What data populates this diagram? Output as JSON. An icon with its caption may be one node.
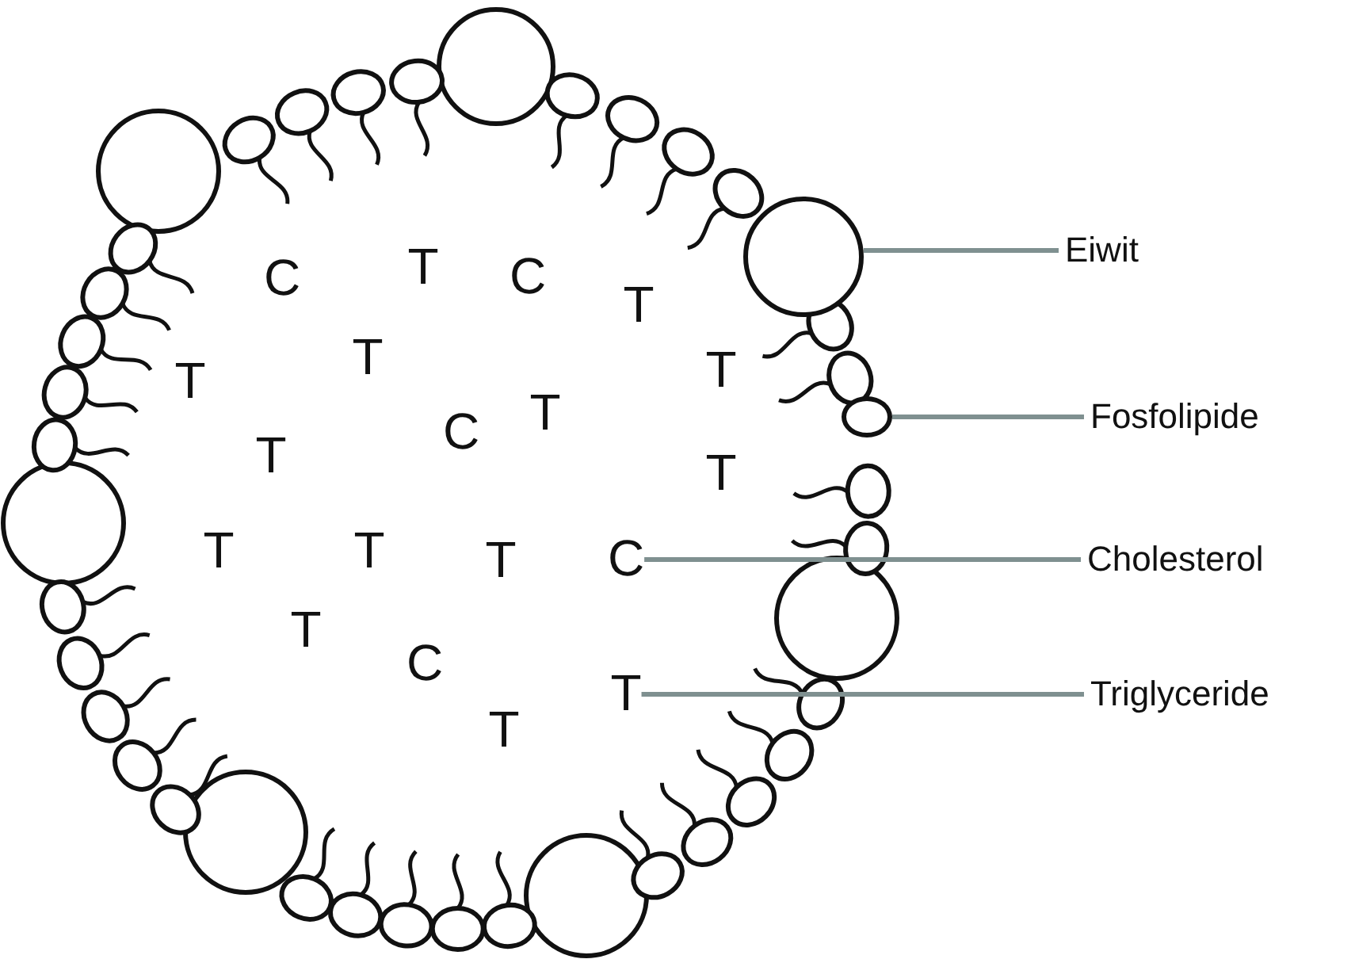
{
  "diagram": {
    "nodes": [
      {
        "text": [
          "Eiwit"
        ]
      },
      {
        "text": [],
        "shape": "circle"
      },
      {
        "text": [
          "Fosfolipide"
        ]
      },
      {
        "text": [],
        "shape": "circle"
      },
      {
        "text": [
          "Cholesterol"
        ]
      },
      {
        "text": [
          "C"
        ]
      },
      {
        "text": [
          "Triglyceride"
        ]
      },
      {
        "text": [
          "T"
        ]
      }
    ],
    "edges": [
      {
        "from": 0,
        "to": 1,
        "arrow": "none",
        "color": "#7f9090"
      },
      {
        "from": 2,
        "to": 3,
        "arrow": "none",
        "color": "#7f9090"
      },
      {
        "from": 4,
        "to": 5,
        "arrow": "none",
        "color": "#7f9090"
      },
      {
        "from": 6,
        "to": 7,
        "arrow": "none",
        "color": "#7f9090"
      }
    ],
    "labels": [
      "C",
      "T",
      "C",
      "T",
      "T",
      "T",
      "T",
      "C",
      "T",
      "T",
      "T",
      "T",
      "T",
      "T",
      "T",
      "C",
      "T"
    ]
  }
}
